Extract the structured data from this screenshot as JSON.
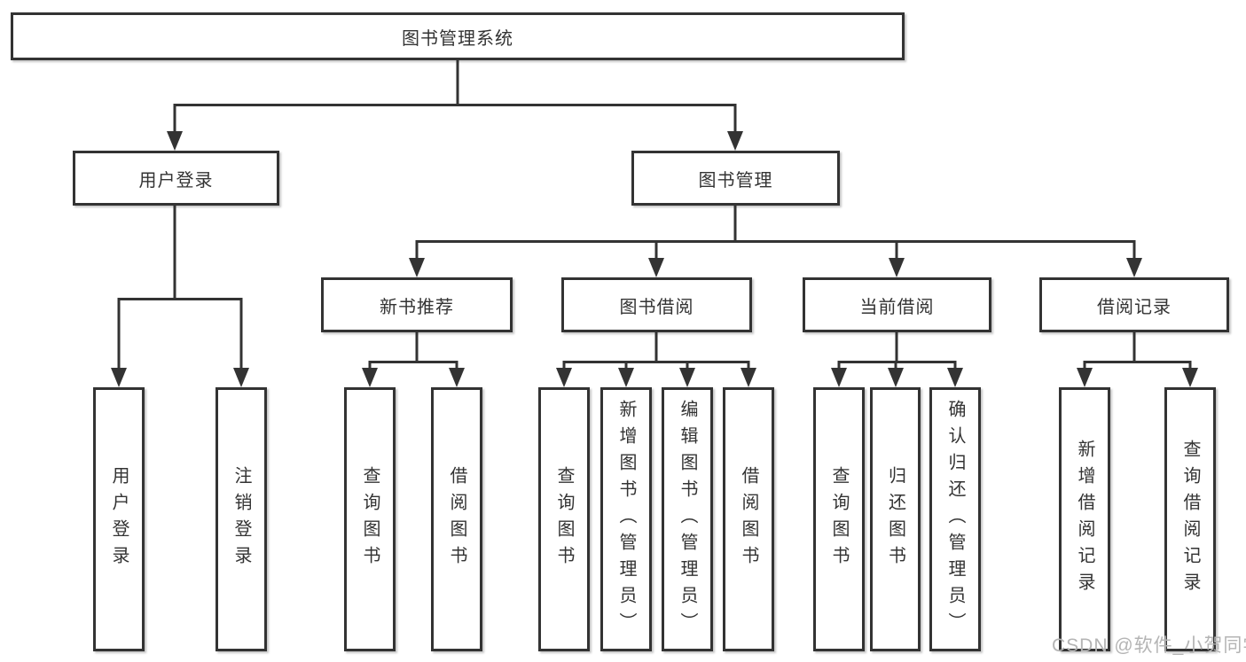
{
  "colors": {
    "line": "#333333",
    "text": "#333333",
    "box_bg": "#ffffff",
    "watermark": "#b4b4b4"
  },
  "diagram": {
    "root": {
      "label": "图书管理系统"
    },
    "level2": [
      {
        "label": "用户登录"
      },
      {
        "label": "图书管理"
      }
    ],
    "level3": [
      {
        "label": "新书推荐"
      },
      {
        "label": "图书借阅"
      },
      {
        "label": "当前借阅"
      },
      {
        "label": "借阅记录"
      }
    ],
    "leaves": [
      {
        "label": "用户登录"
      },
      {
        "label": "注销登录"
      },
      {
        "label": "查询图书"
      },
      {
        "label": "借阅图书"
      },
      {
        "label": "查询图书"
      },
      {
        "label": "新增图书（管理员）"
      },
      {
        "label": "编辑图书（管理员）"
      },
      {
        "label": "借阅图书"
      },
      {
        "label": "查询图书"
      },
      {
        "label": "归还图书"
      },
      {
        "label": "确认归还（管理员）"
      },
      {
        "label": "新增借阅记录"
      },
      {
        "label": "查询借阅记录"
      }
    ]
  },
  "watermark": {
    "text": "CSDN @软件_小贺同学"
  }
}
